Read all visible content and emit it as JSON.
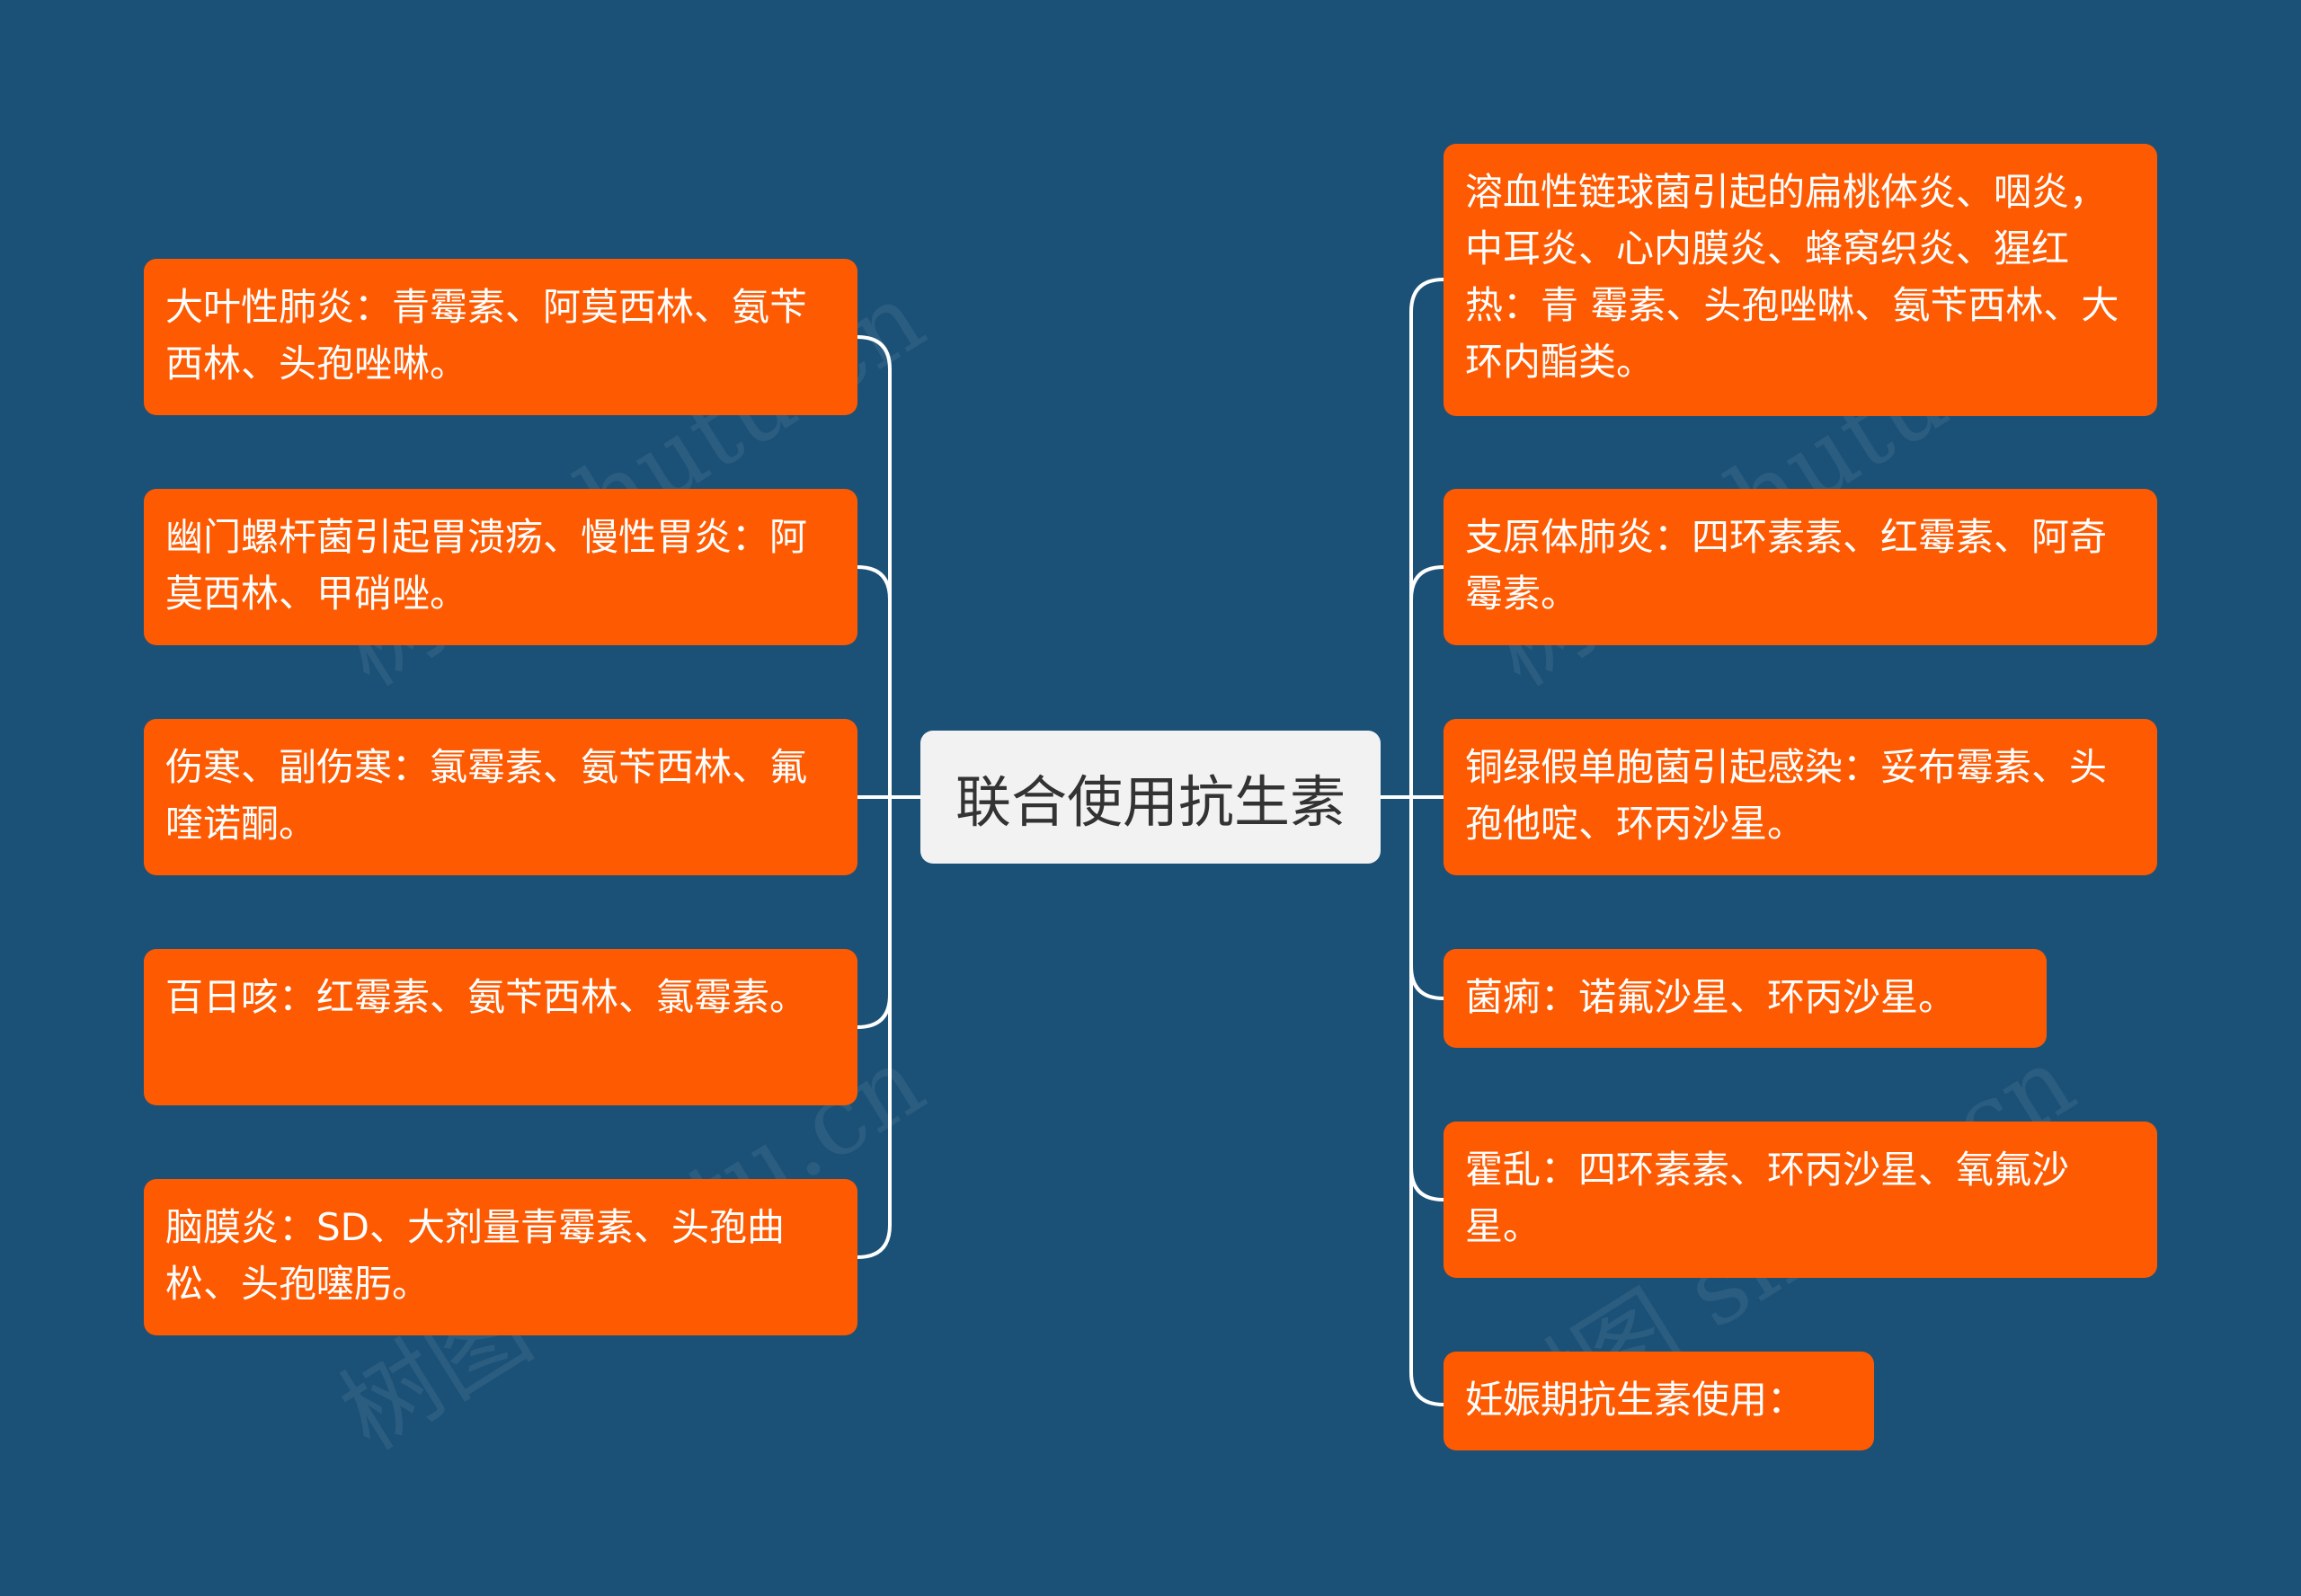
{
  "colors": {
    "background": "#1b5177",
    "node_fill": "#fe5a02",
    "center_fill": "#f2f2f2",
    "connector": "#ffffff"
  },
  "center": {
    "label": "联合使用抗生素"
  },
  "left_branches": [
    {
      "label": "大叶性肺炎：青霉素、阿莫西林、氨苄西林、头孢唑啉。"
    },
    {
      "label": "幽门螺杆菌引起胃溃疡、慢性胃炎：阿莫西林、甲硝唑。"
    },
    {
      "label": "伤寒、副伤寒：氯霉素、氨苄西林、氟喹诺酮。"
    },
    {
      "label": "百日咳：红霉素、氨苄西林、氯霉素。"
    },
    {
      "label": "脑膜炎：SD、大剂量青霉素、头孢曲松、头孢噻肟。"
    }
  ],
  "right_branches": [
    {
      "label": "溶血性链球菌引起的扁桃体炎、咽炎，中耳炎、心内膜炎、蜂窝织炎、猩红热：青 霉素、头孢唑啉、氨苄西林、大环内酯类。"
    },
    {
      "label": "支原体肺炎：四环素素、红霉素、阿奇霉素。"
    },
    {
      "label": "铜绿假单胞菌引起感染：妥布霉素、头孢他啶、环丙沙星。"
    },
    {
      "label": "菌痢：诺氟沙星、环丙沙星。"
    },
    {
      "label": "霍乱：四环素素、环丙沙星、氧氟沙星。"
    },
    {
      "label": "妊娠期抗生素使用："
    }
  ],
  "watermark": {
    "text": "树图 shutu.cn"
  }
}
